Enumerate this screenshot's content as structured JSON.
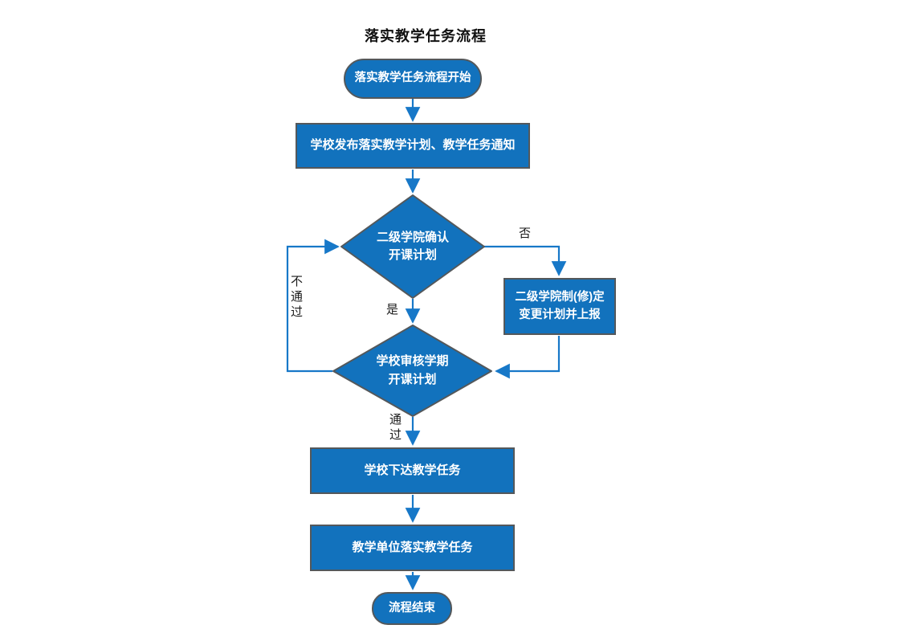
{
  "title": "落实教学任务流程",
  "colors": {
    "background": "#FFFFFF",
    "node_fill": "#1272BD",
    "node_border": "#54585B",
    "node_text": "#FFFFFF",
    "connector": "#1778C8",
    "label_text": "#1A1A1A"
  },
  "nodes": {
    "start": {
      "type": "terminator",
      "label": "落实教学任务流程开始"
    },
    "publish": {
      "type": "process",
      "label": "学校发布落实教学计划、教学任务通知"
    },
    "confirm": {
      "type": "decision",
      "label": "二级学院确认\n开课计划"
    },
    "revise": {
      "type": "process",
      "label": "二级学院制(修)定\n变更计划并上报"
    },
    "review": {
      "type": "decision",
      "label": "学校审核学期\n开课计划"
    },
    "assign": {
      "type": "process",
      "label": "学校下达教学任务"
    },
    "implement": {
      "type": "process",
      "label": "教学单位落实教学任务"
    },
    "end": {
      "type": "terminator",
      "label": "流程结束"
    }
  },
  "edge_labels": {
    "no": "否",
    "yes": "是",
    "not_passed": "不通过",
    "passed": "通过"
  }
}
